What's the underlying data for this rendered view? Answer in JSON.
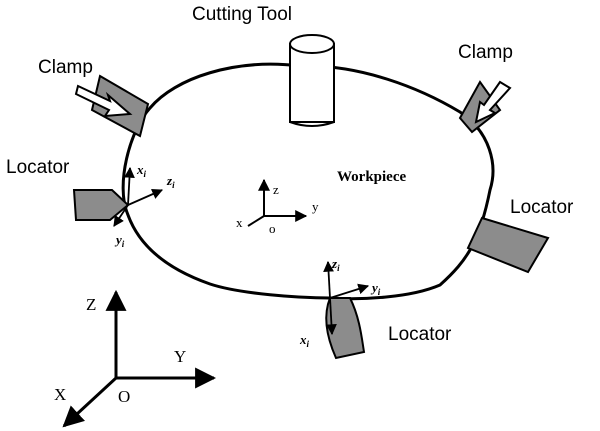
{
  "labels": {
    "cutting_tool": "Cutting Tool",
    "clamp_left": "Clamp",
    "clamp_right": "Clamp",
    "locator_left": "Locator",
    "locator_right": "Locator",
    "locator_bottom": "Locator",
    "workpiece": "Workpiece"
  },
  "center_frame": {
    "z": "z",
    "y": "y",
    "x": "x",
    "origin": "o"
  },
  "global_frame": {
    "z": "Z",
    "y": "Y",
    "x": "X",
    "origin": "O"
  },
  "local_frame_left": {
    "x": "x",
    "z": "z",
    "y": "y",
    "subscript": "i"
  },
  "local_frame_bottom": {
    "z": "z",
    "y": "y",
    "x": "x",
    "subscript": "i"
  },
  "colors": {
    "part_fill": "#8c8c8c",
    "outline": "#000000"
  }
}
